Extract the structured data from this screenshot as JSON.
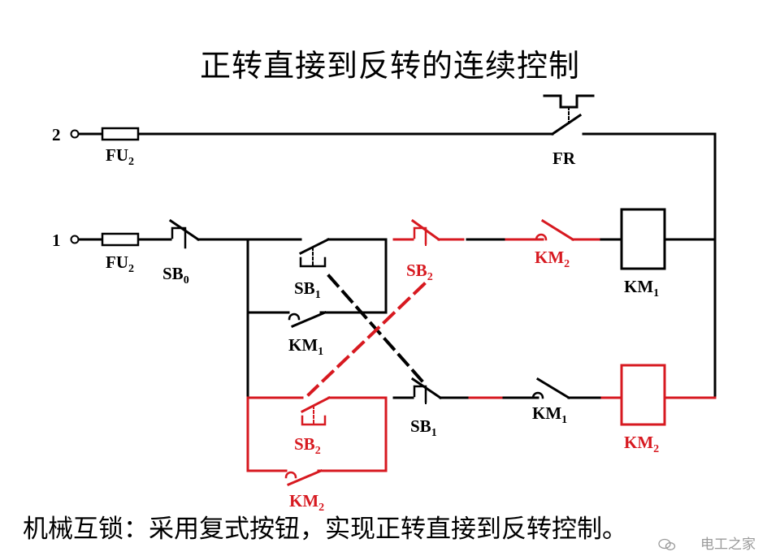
{
  "title": "正转直接到反转的连续控制",
  "caption": "机械互锁：采用复式按钮，实现正转直接到反转控制。",
  "watermark": "电工之家",
  "colors": {
    "black": "#000000",
    "red": "#d71920"
  },
  "terminals": {
    "t2": "2",
    "t1": "1"
  },
  "labels": {
    "fu2_top": {
      "main": "FU",
      "sub": "2"
    },
    "fu2_mid": {
      "main": "FU",
      "sub": "2"
    },
    "sb0": {
      "main": "SB",
      "sub": "0"
    },
    "fr": {
      "main": "FR",
      "sub": ""
    },
    "sb1_top": {
      "main": "SB",
      "sub": "1"
    },
    "sb2_top": {
      "main": "SB",
      "sub": "2"
    },
    "km2_top": {
      "main": "KM",
      "sub": "2"
    },
    "km1_coil": {
      "main": "KM",
      "sub": "1"
    },
    "km1_aux": {
      "main": "KM",
      "sub": "1"
    },
    "sb2_bot": {
      "main": "SB",
      "sub": "2"
    },
    "sb1_bot": {
      "main": "SB",
      "sub": "1"
    },
    "km1_bot": {
      "main": "KM",
      "sub": "1"
    },
    "km2_coil": {
      "main": "KM",
      "sub": "2"
    },
    "km2_aux": {
      "main": "KM",
      "sub": "2"
    }
  }
}
